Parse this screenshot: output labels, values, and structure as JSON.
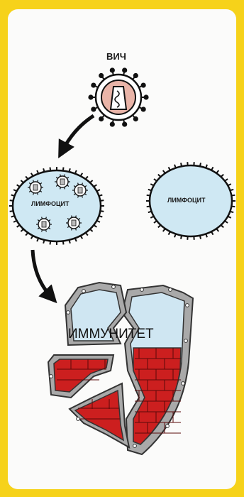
{
  "hiv_label": "ВИЧ",
  "lymphocyte_infected_label": "ЛИМФОЦИТ",
  "lymphocyte_healthy_label": "ЛИМФОЦИТ",
  "shield_label": "ИММУНИТЕТ",
  "colors": {
    "frame": "#f6d21a",
    "panel": "#fbfbfa",
    "cell_fill": "#cfe8f3",
    "virus_fill": "#e9b4a8",
    "brick_red": "#cc1f1f",
    "shield_light": "#cfe6f2",
    "metal": "#a9a9a9"
  }
}
